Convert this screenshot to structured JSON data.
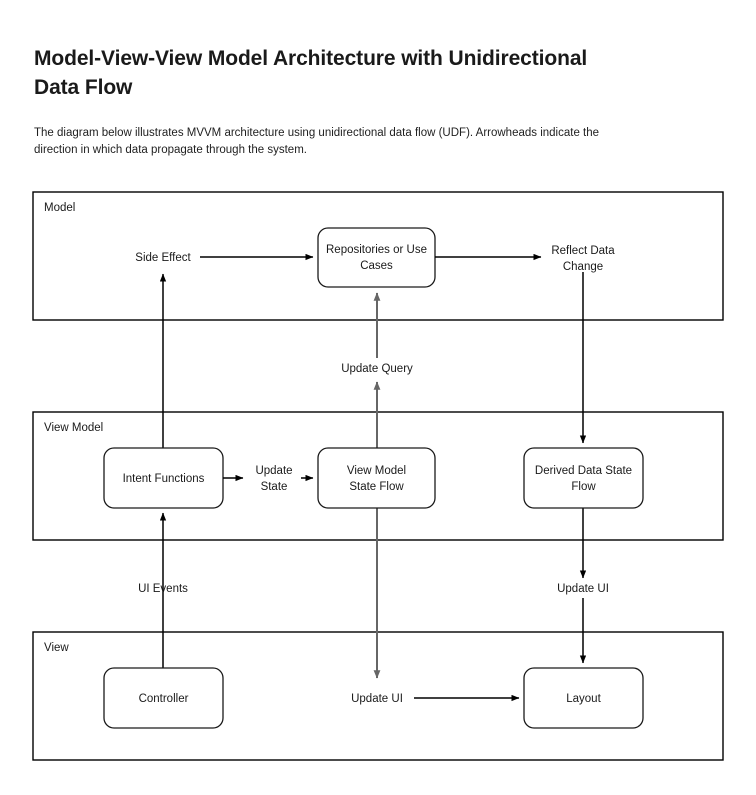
{
  "page": {
    "title": "Model-View-View Model Architecture with Unidirectional Data Flow",
    "description": "The diagram below illustrates MVVM architecture using unidirectional data flow (UDF). Arrowheads indicate the direction in which data propagate through the system."
  },
  "colors": {
    "background": "#ffffff",
    "stroke_black": "#000000",
    "stroke_gray": "#666666",
    "text": "#1a1a1a"
  },
  "diagram": {
    "type": "flowchart",
    "lanes": [
      {
        "id": "model",
        "label": "Model"
      },
      {
        "id": "view_model",
        "label": "View Model"
      },
      {
        "id": "view",
        "label": "View"
      }
    ],
    "nodes": [
      {
        "id": "repositories",
        "lane": "model",
        "label_line1": "Repositories or Use",
        "label_line2": "Cases"
      },
      {
        "id": "intent_functions",
        "lane": "view_model",
        "label_line1": "Intent Functions",
        "label_line2": ""
      },
      {
        "id": "view_model_state_flow",
        "lane": "view_model",
        "label_line1": "View Model",
        "label_line2": "State Flow"
      },
      {
        "id": "derived_data_state_flow",
        "lane": "view_model",
        "label_line1": "Derived Data State",
        "label_line2": "Flow"
      },
      {
        "id": "controller",
        "lane": "view",
        "label_line1": "Controller",
        "label_line2": ""
      },
      {
        "id": "layout",
        "lane": "view",
        "label_line1": "Layout",
        "label_line2": ""
      }
    ],
    "edge_labels": {
      "side_effect": "Side Effect",
      "reflect_data_change_line1": "Reflect Data",
      "reflect_data_change_line2": "Change",
      "update_query": "Update Query",
      "update_state_line1": "Update",
      "update_state_line2": "State",
      "ui_events": "UI Events",
      "update_ui_middle": "Update UI",
      "update_ui_right": "Update UI"
    }
  }
}
